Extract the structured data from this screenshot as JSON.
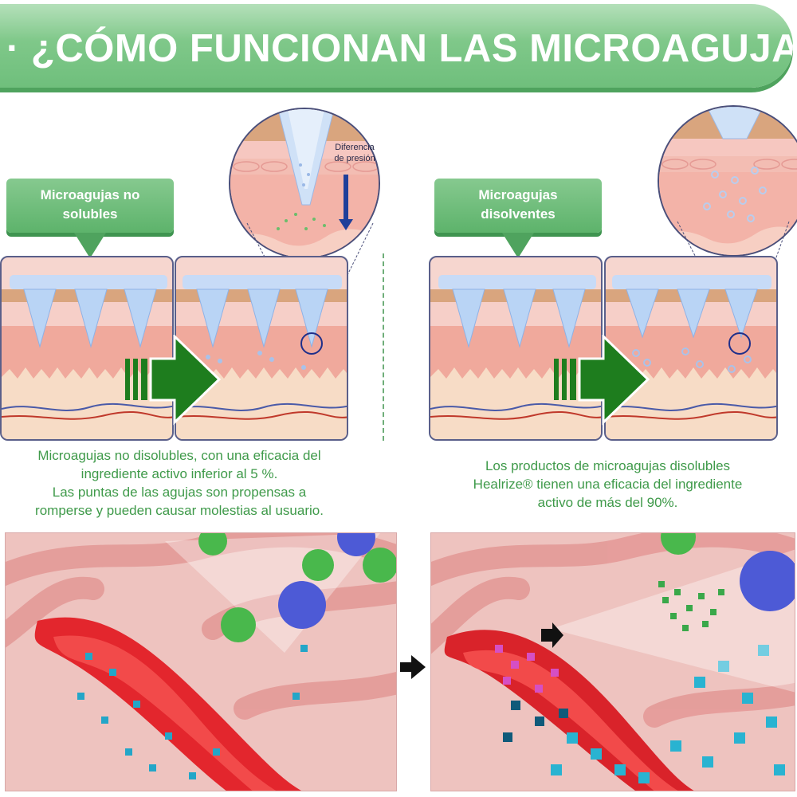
{
  "header": {
    "title": "· ¿CÓMO FUNCIONAN LAS MICROAGUJAS?"
  },
  "left": {
    "callout": {
      "line1": "Microagujas no",
      "line2": "solubles"
    },
    "magnifier": {
      "pressure_line1": "Diferencia",
      "pressure_line2": "de presión"
    },
    "description": {
      "line1": "Microagujas no disolubles, con una eficacia del",
      "line2": "ingrediente activo inferior al 5 %.",
      "line3": "Las puntas de las agujas son propensas a",
      "line4": "romperse y pueden causar molestias al usuario."
    }
  },
  "right": {
    "callout": {
      "line1": "Microagujas",
      "line2": "disolventes"
    },
    "description": {
      "line1": "Los productos de microagujas disolubles",
      "line2": "Healrize® tienen una eficacia del ingrediente",
      "line3": "activo de más del 90%."
    }
  },
  "colors": {
    "banner_green": "#7cc886",
    "arrow_green": "#1e7d1e",
    "text_green": "#3f9a4a",
    "skin_pink": "#f0a99c",
    "needle_blue": "#b9d4f5"
  },
  "icons": [
    "green-right-arrow-icon",
    "black-right-arrow-icon"
  ]
}
